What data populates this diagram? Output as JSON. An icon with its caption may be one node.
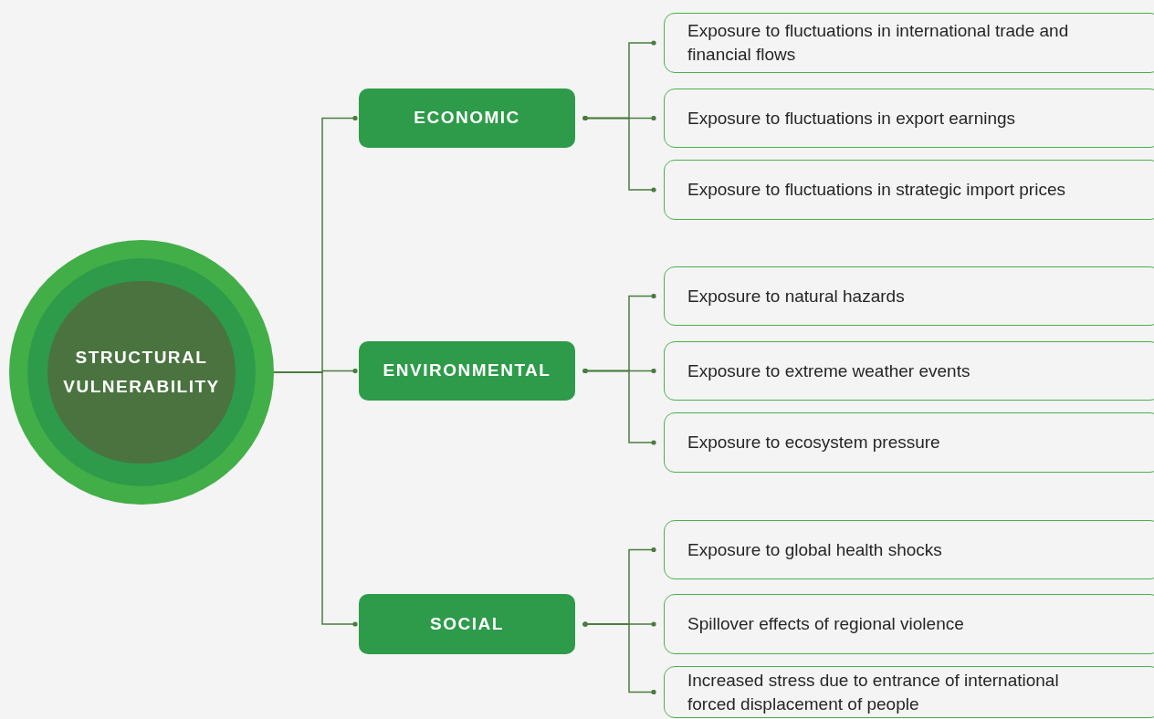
{
  "diagram": {
    "nodes": [
      {
        "text": [
          "STRUCTURAL VULNERABILITY"
        ]
      },
      {
        "text": [
          "ECONOMIC"
        ]
      },
      {
        "text": [
          "Exposure to fluctuations in international trade and financial flows"
        ]
      },
      {
        "text": [
          "Exposure to fluctuations in export earnings"
        ]
      },
      {
        "text": [
          "Exposure to fluctuations in strategic import prices"
        ]
      },
      {
        "text": [
          "ENVIRONMENTAL"
        ]
      },
      {
        "text": [
          "Exposure to natural hazards"
        ]
      },
      {
        "text": [
          "Exposure to extreme weather events"
        ]
      },
      {
        "text": [
          "Exposure to ecosystem pressure"
        ]
      },
      {
        "text": [
          "SOCIAL"
        ]
      },
      {
        "text": [
          "Exposure to global health shocks"
        ]
      },
      {
        "text": [
          "Spillover effects of regional violence"
        ]
      },
      {
        "text": [
          "Increased stress due to entrance of international forced displacement of people"
        ]
      }
    ],
    "edges": [
      {
        "from": 0,
        "to": 1,
        "arrow": "other"
      },
      {
        "from": 0,
        "to": 5,
        "arrow": "other"
      },
      {
        "from": 0,
        "to": 9,
        "arrow": "other"
      },
      {
        "from": 1,
        "to": 2,
        "arrow": "other"
      },
      {
        "from": 1,
        "to": 3,
        "arrow": "other"
      },
      {
        "from": 1,
        "to": 4,
        "arrow": "other"
      },
      {
        "from": 5,
        "to": 6,
        "arrow": "other"
      },
      {
        "from": 5,
        "to": 7,
        "arrow": "other"
      },
      {
        "from": 5,
        "to": 8,
        "arrow": "other"
      },
      {
        "from": 9,
        "to": 10,
        "arrow": "other"
      },
      {
        "from": 9,
        "to": 11,
        "arrow": "other"
      },
      {
        "from": 9,
        "to": 12,
        "arrow": "other"
      }
    ]
  }
}
